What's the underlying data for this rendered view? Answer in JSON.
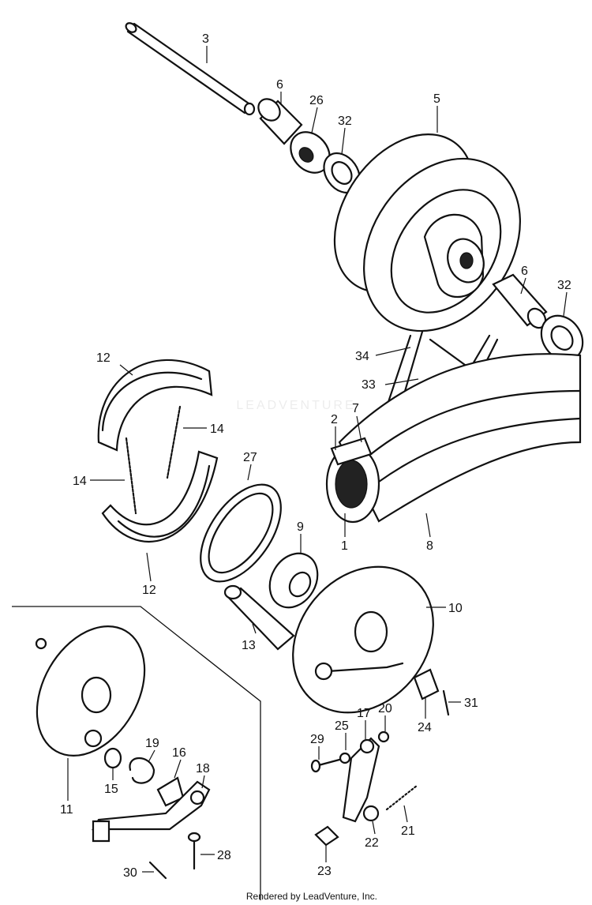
{
  "diagram": {
    "watermark": "LEADVENTURE",
    "credit": "Rendered by LeadVenture, Inc.",
    "callouts": [
      {
        "id": "c3",
        "text": "3"
      },
      {
        "id": "c6a",
        "text": "6"
      },
      {
        "id": "c26",
        "text": "26"
      },
      {
        "id": "c32a",
        "text": "32"
      },
      {
        "id": "c5",
        "text": "5"
      },
      {
        "id": "c6b",
        "text": "6"
      },
      {
        "id": "c32b",
        "text": "32"
      },
      {
        "id": "c34",
        "text": "34"
      },
      {
        "id": "c33",
        "text": "33"
      },
      {
        "id": "c12a",
        "text": "12"
      },
      {
        "id": "c14a",
        "text": "14"
      },
      {
        "id": "c14b",
        "text": "14"
      },
      {
        "id": "c27",
        "text": "27"
      },
      {
        "id": "c2",
        "text": "2"
      },
      {
        "id": "c7",
        "text": "7"
      },
      {
        "id": "c1",
        "text": "1"
      },
      {
        "id": "c8",
        "text": "8"
      },
      {
        "id": "c9",
        "text": "9"
      },
      {
        "id": "c12b",
        "text": "12"
      },
      {
        "id": "c10",
        "text": "10"
      },
      {
        "id": "c13",
        "text": "13"
      },
      {
        "id": "c31",
        "text": "31"
      },
      {
        "id": "c24",
        "text": "24"
      },
      {
        "id": "c29",
        "text": "29"
      },
      {
        "id": "c25",
        "text": "25"
      },
      {
        "id": "c17",
        "text": "17"
      },
      {
        "id": "c20",
        "text": "20"
      },
      {
        "id": "c11",
        "text": "11"
      },
      {
        "id": "c15",
        "text": "15"
      },
      {
        "id": "c19",
        "text": "19"
      },
      {
        "id": "c16",
        "text": "16"
      },
      {
        "id": "c18",
        "text": "18"
      },
      {
        "id": "c21",
        "text": "21"
      },
      {
        "id": "c22",
        "text": "22"
      },
      {
        "id": "c23",
        "text": "23"
      },
      {
        "id": "c28",
        "text": "28"
      },
      {
        "id": "c30",
        "text": "30"
      }
    ]
  }
}
